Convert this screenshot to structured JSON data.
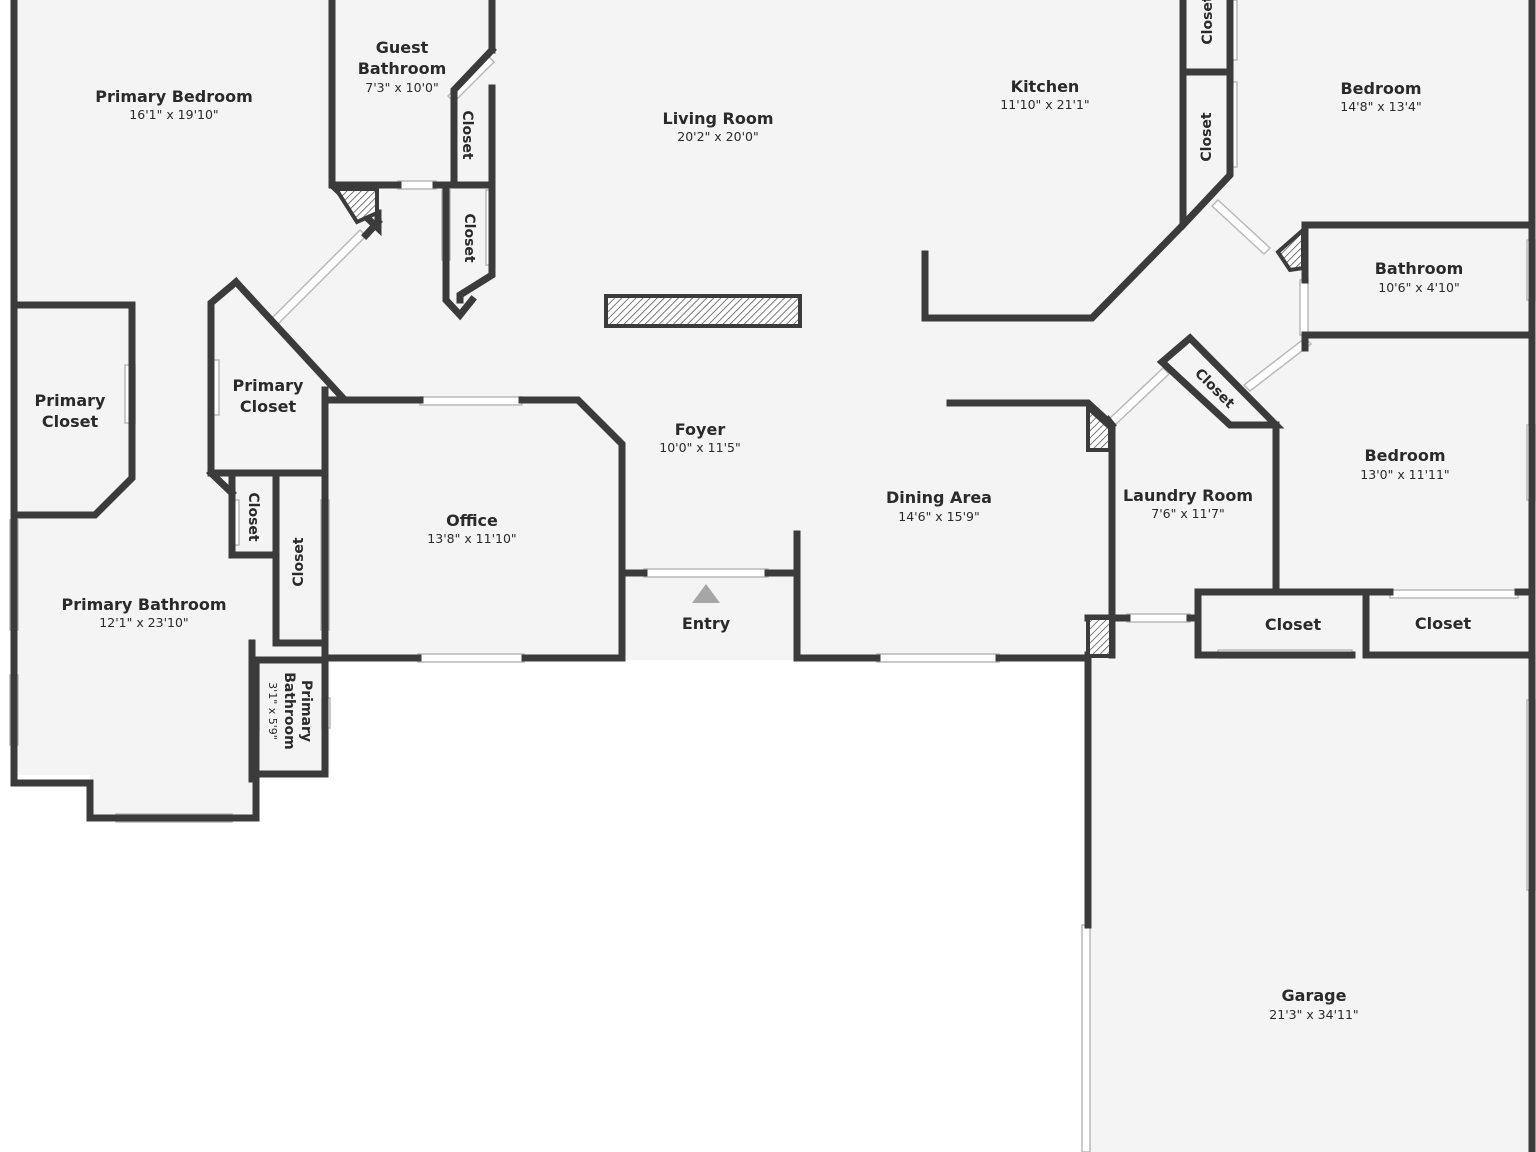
{
  "plan": {
    "entry_label": "Entry",
    "rooms": {
      "primary_bedroom": {
        "name": "Primary Bedroom",
        "dim": "16'1\" x 19'10\""
      },
      "guest_bathroom": {
        "name_line1": "Guest",
        "name_line2": "Bathroom",
        "dim": "7'3\" x 10'0\""
      },
      "living_room": {
        "name": "Living Room",
        "dim": "20'2\" x 20'0\""
      },
      "kitchen": {
        "name": "Kitchen",
        "dim": "11'10\" x 21'1\""
      },
      "bedroom_top": {
        "name": "Bedroom",
        "dim": "14'8\" x 13'4\""
      },
      "bathroom": {
        "name": "Bathroom",
        "dim": "10'6\" x 4'10\""
      },
      "bedroom_right": {
        "name": "Bedroom",
        "dim": "13'0\" x 11'11\""
      },
      "primary_closet": {
        "name_line1": "Primary",
        "name_line2": "Closet"
      },
      "primary_closet_2": {
        "name_line1": "Primary",
        "name_line2": "Closet"
      },
      "foyer": {
        "name": "Foyer",
        "dim": "10'0\" x 11'5\""
      },
      "office": {
        "name": "Office",
        "dim": "13'8\" x 11'10\""
      },
      "dining_area": {
        "name": "Dining Area",
        "dim": "14'6\" x 15'9\""
      },
      "laundry_room": {
        "name": "Laundry Room",
        "dim": "7'6\" x 11'7\""
      },
      "primary_bathroom": {
        "name": "Primary Bathroom",
        "dim": "12'1\" x 23'10\""
      },
      "primary_bathroom_small": {
        "name_line1": "Primary",
        "name_line2": "Bathroom",
        "dim": "3'1\" x 5'9\""
      },
      "garage": {
        "name": "Garage",
        "dim": "21'3\" x 34'11\""
      }
    },
    "closets": {
      "guest_closet_upper": "Closet",
      "guest_closet_lower": "Closet",
      "kitchen_closet_top": "Closet",
      "kitchen_closet": "Closet",
      "laundry_closet": "Closet",
      "bath_closet_small": "Closet",
      "bath_closet_tall": "Closet",
      "garage_closet_left": "Closet",
      "garage_closet_right": "Closet"
    }
  }
}
